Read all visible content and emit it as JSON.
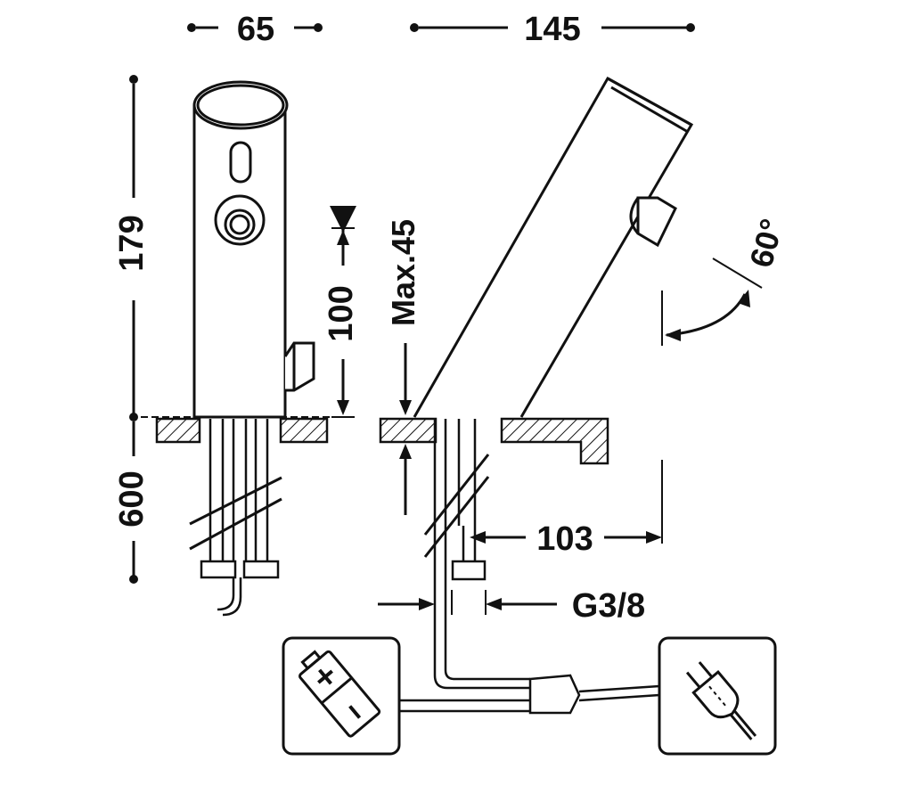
{
  "dimensions": {
    "width_top_left": "65",
    "width_top_right": "145",
    "height_total": "179",
    "height_spout": "100",
    "max_deck": "Max.45",
    "pipe_length": "600",
    "reach": "103",
    "thread": "G3/8",
    "angle": "60°"
  },
  "icons": {
    "battery": "battery-icon",
    "plug": "power-plug-icon"
  },
  "colors": {
    "line": "#111111",
    "background": "#ffffff"
  }
}
